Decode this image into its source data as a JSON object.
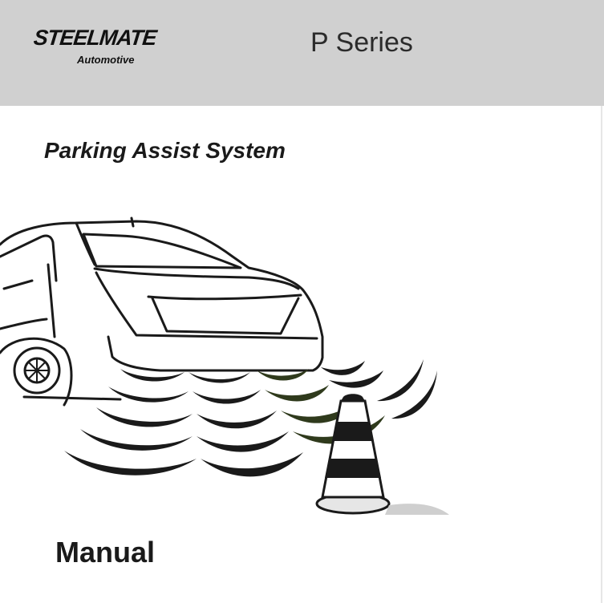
{
  "header": {
    "brand_name": "STEELMATE",
    "brand_tagline": "Automotive",
    "series": "P Series"
  },
  "main": {
    "subtitle": "Parking Assist System",
    "document_type": "Manual"
  },
  "colors": {
    "header_bg": "#d0d0d0",
    "wave_dark": "#1a1a1a",
    "wave_olive": "#2f3a1c"
  }
}
